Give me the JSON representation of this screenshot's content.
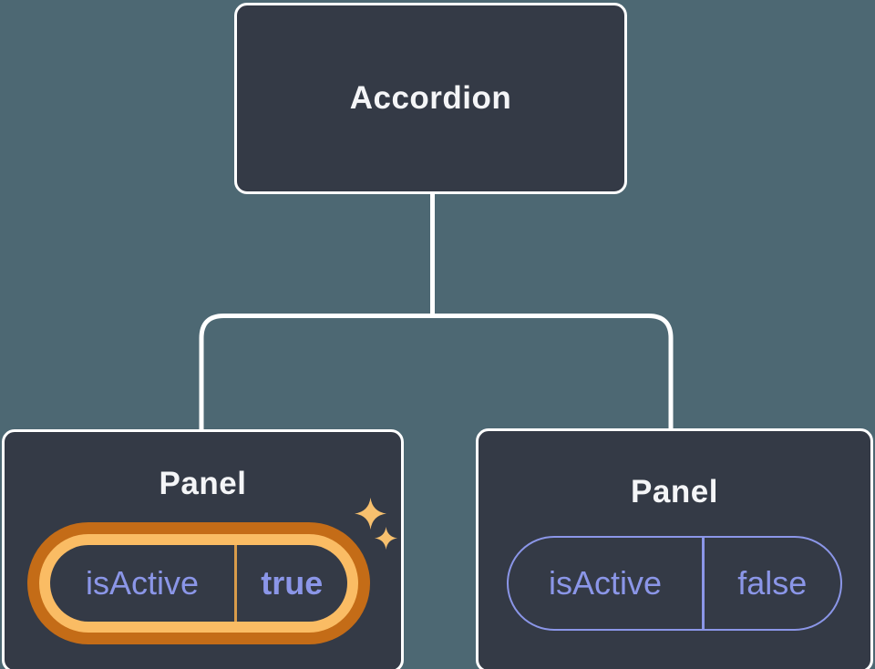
{
  "diagram": {
    "root": {
      "label": "Accordion"
    },
    "panels": [
      {
        "label": "Panel",
        "state_key": "isActive",
        "state_value": "true",
        "highlighted": true
      },
      {
        "label": "Panel",
        "state_key": "isActive",
        "state_value": "false",
        "highlighted": false
      }
    ]
  },
  "icons": {
    "sparkle_large": "sparkle-4-point-icon",
    "sparkle_small": "sparkle-4-point-icon"
  },
  "colors": {
    "bg": "#4d6873",
    "node-fill": "#343a46",
    "node-border": "#ffffff",
    "title-text": "#f4f5f7",
    "state-text": "#8b96e8",
    "ring-outer": "#c46c17",
    "ring-inner": "#fabc64",
    "divider-gold": "#d99c4b",
    "sparkle": "#f7c06e"
  }
}
